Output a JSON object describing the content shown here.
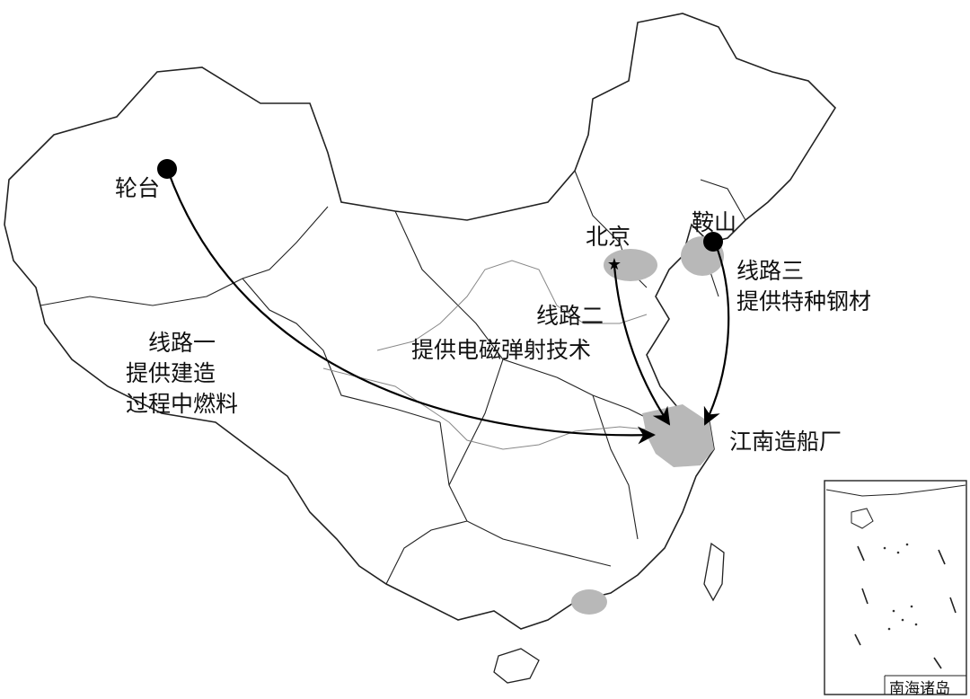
{
  "places": {
    "luntai": "轮台",
    "beijing": "北京",
    "anshan": "鞍山",
    "shipyard": "江南造船厂"
  },
  "routes": {
    "route1": [
      "线路一",
      "提供建造",
      "过程中燃料"
    ],
    "route2": [
      "线路二",
      "提供电磁弹射技术"
    ],
    "route3": [
      "线路三",
      "提供特种钢材"
    ]
  },
  "inset": {
    "title": "南海诸岛"
  },
  "colors": {
    "region_fill": "#b8b8b8",
    "line": "#000000",
    "boundary": "#222222",
    "river": "#888888"
  },
  "icons": {
    "city_marker": "filled-circle",
    "capital_marker": "star",
    "route_arrow": "arrow"
  }
}
